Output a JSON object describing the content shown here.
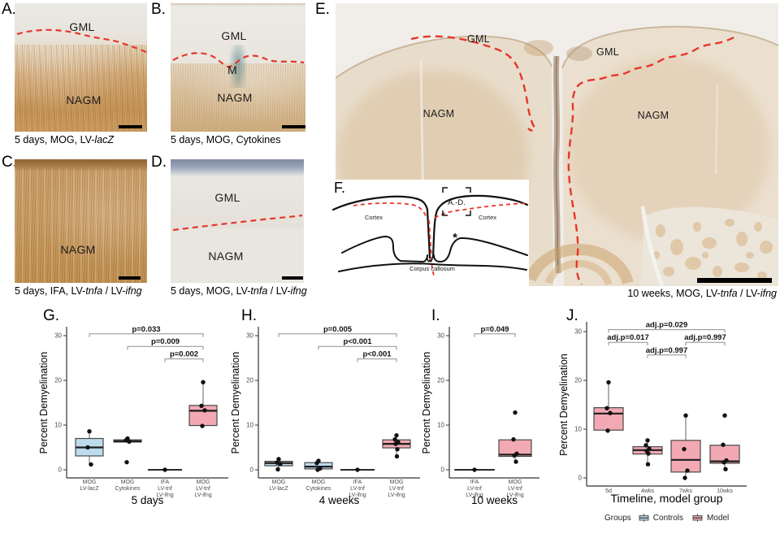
{
  "colors": {
    "controls_fill": "#bcdcec",
    "model_fill": "#f2a9b3",
    "dashed": "#e8352a",
    "box_stroke": "#4a4a4a",
    "point": "#111111",
    "bracket": "#8f8f8f",
    "axis": "#333333",
    "tick_text": "#4d4d4d"
  },
  "panels": {
    "A": {
      "letter": "A.",
      "labels": {
        "gml": "GML",
        "nagm": "NAGM"
      },
      "caption": [
        {
          "t": "5 days, MOG, LV-"
        },
        {
          "t": "lacZ",
          "i": true
        }
      ]
    },
    "B": {
      "letter": "B.",
      "labels": {
        "gml": "GML",
        "m": "M",
        "nagm": "NAGM"
      },
      "caption": [
        {
          "t": "5 days, MOG, Cytokines"
        }
      ]
    },
    "C": {
      "letter": "C.",
      "labels": {
        "nagm": "NAGM"
      },
      "caption": [
        {
          "t": "5 days, IFA, LV-"
        },
        {
          "t": "tnfa",
          "i": true
        },
        {
          "t": " / LV-"
        },
        {
          "t": "ifng",
          "i": true
        }
      ]
    },
    "D": {
      "letter": "D.",
      "labels": {
        "gml": "GML",
        "nagm": "NAGM"
      },
      "caption": [
        {
          "t": "5 days, MOG, LV-"
        },
        {
          "t": "tnfa",
          "i": true
        },
        {
          "t": " / LV-"
        },
        {
          "t": "ifng",
          "i": true
        }
      ]
    },
    "E": {
      "letter": "E.",
      "labels": {
        "gml1": "GML",
        "gml2": "GML",
        "nagm1": "NAGM",
        "nagm2": "NAGM"
      },
      "caption": [
        {
          "t": "10 weeks, MOG, LV-"
        },
        {
          "t": "tnfa",
          "i": true
        },
        {
          "t": " / LV-"
        },
        {
          "t": "ifng",
          "i": true
        }
      ]
    },
    "F": {
      "letter": "F.",
      "labels": {
        "region": "A.-D.",
        "cortex_left": "Cortex",
        "cortex_right": "Cortex",
        "asterisk": "*",
        "corpus": "Corpus callosum"
      }
    }
  },
  "chart_data": [
    {
      "id": "G",
      "type": "boxplot",
      "title": "G.",
      "ylabel": "Percent Demyelination",
      "xlabel": "5 days",
      "ylim": [
        0,
        32
      ],
      "yticks": [
        0,
        10,
        20,
        30
      ],
      "grid": false,
      "categories": [
        [
          "MOG",
          "LV-lacZ"
        ],
        [
          "MOG",
          "Cytokines"
        ],
        [
          "IFA",
          "LV-tnf",
          "LV-ifng"
        ],
        [
          "MOG",
          "LV-tnf",
          "LV-ifng"
        ]
      ],
      "boxes": [
        {
          "group": "Controls",
          "lo": 1.2,
          "q1": 3.1,
          "median": 5.0,
          "q3": 7.0,
          "hi": 8.6,
          "points": [
            8.6,
            5.0,
            1.2
          ]
        },
        {
          "group": "Controls",
          "lo": 6.0,
          "q1": 6.2,
          "median": 6.4,
          "q3": 6.7,
          "hi": 7.0,
          "points": [
            7.0,
            6.6,
            6.3,
            1.7
          ]
        },
        {
          "group": "Controls",
          "lo": 0,
          "q1": 0,
          "median": 0,
          "q3": 0,
          "hi": 0,
          "points": [
            0
          ]
        },
        {
          "group": "Model",
          "lo": 9.7,
          "q1": 9.9,
          "median": 13.2,
          "q3": 14.4,
          "hi": 19.6,
          "points": [
            19.6,
            14.3,
            13.3,
            9.8
          ]
        }
      ],
      "sig": [
        {
          "a": 0,
          "b": 3,
          "y": 30.4,
          "label": "p=0.033"
        },
        {
          "a": 1,
          "b": 3,
          "y": 27.6,
          "label": "p=0.009"
        },
        {
          "a": 2,
          "b": 3,
          "y": 24.8,
          "label": "p=0.002"
        }
      ]
    },
    {
      "id": "H",
      "type": "boxplot",
      "title": "H.",
      "ylabel": "Percent Demyelination",
      "xlabel": "4 weeks",
      "ylim": [
        0,
        32
      ],
      "yticks": [
        0,
        10,
        20,
        30
      ],
      "grid": false,
      "categories": [
        [
          "MOG",
          "LV-lacZ"
        ],
        [
          "MOG",
          "Cytokines"
        ],
        [
          "IFA",
          "LV-tnf",
          "LV-ifng"
        ],
        [
          "MOG",
          "LV-tnf",
          "LV-ifng"
        ]
      ],
      "boxes": [
        {
          "group": "Controls",
          "lo": 0.1,
          "q1": 0.9,
          "median": 1.5,
          "q3": 1.9,
          "hi": 2.4,
          "points": [
            2.4,
            1.6,
            1.3,
            0.1
          ]
        },
        {
          "group": "Controls",
          "lo": 0.0,
          "q1": 0.2,
          "median": 0.7,
          "q3": 1.6,
          "hi": 2.0,
          "points": [
            2.0,
            1.5,
            0.3,
            0.0
          ]
        },
        {
          "group": "Controls",
          "lo": 0,
          "q1": 0,
          "median": 0,
          "q3": 0,
          "hi": 0,
          "points": [
            0
          ]
        },
        {
          "group": "Model",
          "lo": 3.0,
          "q1": 4.9,
          "median": 5.8,
          "q3": 6.7,
          "hi": 7.7,
          "points": [
            7.7,
            6.8,
            6.2,
            5.8,
            4.6,
            3.0
          ]
        }
      ],
      "sig": [
        {
          "a": 0,
          "b": 3,
          "y": 30.4,
          "label": "p=0.005"
        },
        {
          "a": 1,
          "b": 3,
          "y": 27.6,
          "label": "p<0.001"
        },
        {
          "a": 2,
          "b": 3,
          "y": 24.8,
          "label": "p<0.001"
        }
      ]
    },
    {
      "id": "I",
      "type": "boxplot",
      "title": "I.",
      "ylabel": "Percent Demyelination",
      "xlabel": "10 weeks",
      "ylim": [
        0,
        32
      ],
      "yticks": [
        0,
        10,
        20,
        30
      ],
      "grid": false,
      "categories": [
        [
          "IFA",
          "LV-tnf",
          "LV-ifng"
        ],
        [
          "MOG",
          "LV-tnf",
          "LV-ifng"
        ]
      ],
      "boxes": [
        {
          "group": "Controls",
          "lo": 0,
          "q1": 0,
          "median": 0,
          "q3": 0,
          "hi": 0,
          "points": [
            0
          ]
        },
        {
          "group": "Model",
          "lo": 1.8,
          "q1": 3.0,
          "median": 3.4,
          "q3": 6.7,
          "hi": 6.8,
          "points": [
            12.8,
            6.8,
            3.6,
            3.2,
            1.8
          ]
        }
      ],
      "sig": [
        {
          "a": 0,
          "b": 1,
          "y": 30.4,
          "label": "p=0.049"
        }
      ]
    },
    {
      "id": "J",
      "type": "boxplot",
      "title": "J.",
      "ylabel": "Percent Demyelination",
      "xlabel": "Timeline, model group",
      "ylim": [
        0,
        32
      ],
      "yticks": [
        0,
        10,
        20,
        30
      ],
      "grid": false,
      "categories": [
        [
          "5d"
        ],
        [
          "4wks"
        ],
        [
          "7wks"
        ],
        [
          "10wks"
        ]
      ],
      "boxes": [
        {
          "group": "Model",
          "lo": 9.6,
          "q1": 9.8,
          "median": 13.2,
          "q3": 14.4,
          "hi": 19.6,
          "points": [
            19.6,
            14.3,
            13.3,
            9.7
          ]
        },
        {
          "group": "Model",
          "lo": 2.8,
          "q1": 4.9,
          "median": 5.7,
          "q3": 6.4,
          "hi": 7.7,
          "points": [
            7.7,
            6.7,
            6.0,
            5.5,
            5.0,
            2.8
          ]
        },
        {
          "group": "Model",
          "lo": 0.0,
          "q1": 1.2,
          "median": 3.7,
          "q3": 7.7,
          "hi": 12.8,
          "points": [
            12.8,
            5.9,
            1.5,
            0.0
          ]
        },
        {
          "group": "Model",
          "lo": 1.8,
          "q1": 3.0,
          "median": 3.4,
          "q3": 6.7,
          "hi": 6.8,
          "points": [
            12.8,
            6.8,
            3.6,
            3.2,
            1.8
          ]
        }
      ],
      "sig": [
        {
          "a": 0,
          "b": 3,
          "y": 30.4,
          "label": "adj.p=0.029"
        },
        {
          "a": 0,
          "b": 1,
          "y": 27.8,
          "label": "adj.p=0.017"
        },
        {
          "a": 1,
          "b": 2,
          "y": 25.2,
          "label": "adj.p=0.997"
        },
        {
          "a": 2,
          "b": 3,
          "y": 27.8,
          "label": "adj.p=0.997"
        }
      ]
    }
  ],
  "legend": {
    "title": "Groups",
    "items": [
      {
        "label": "Controls",
        "key": "controls_fill"
      },
      {
        "label": "Model",
        "key": "model_fill"
      }
    ]
  }
}
